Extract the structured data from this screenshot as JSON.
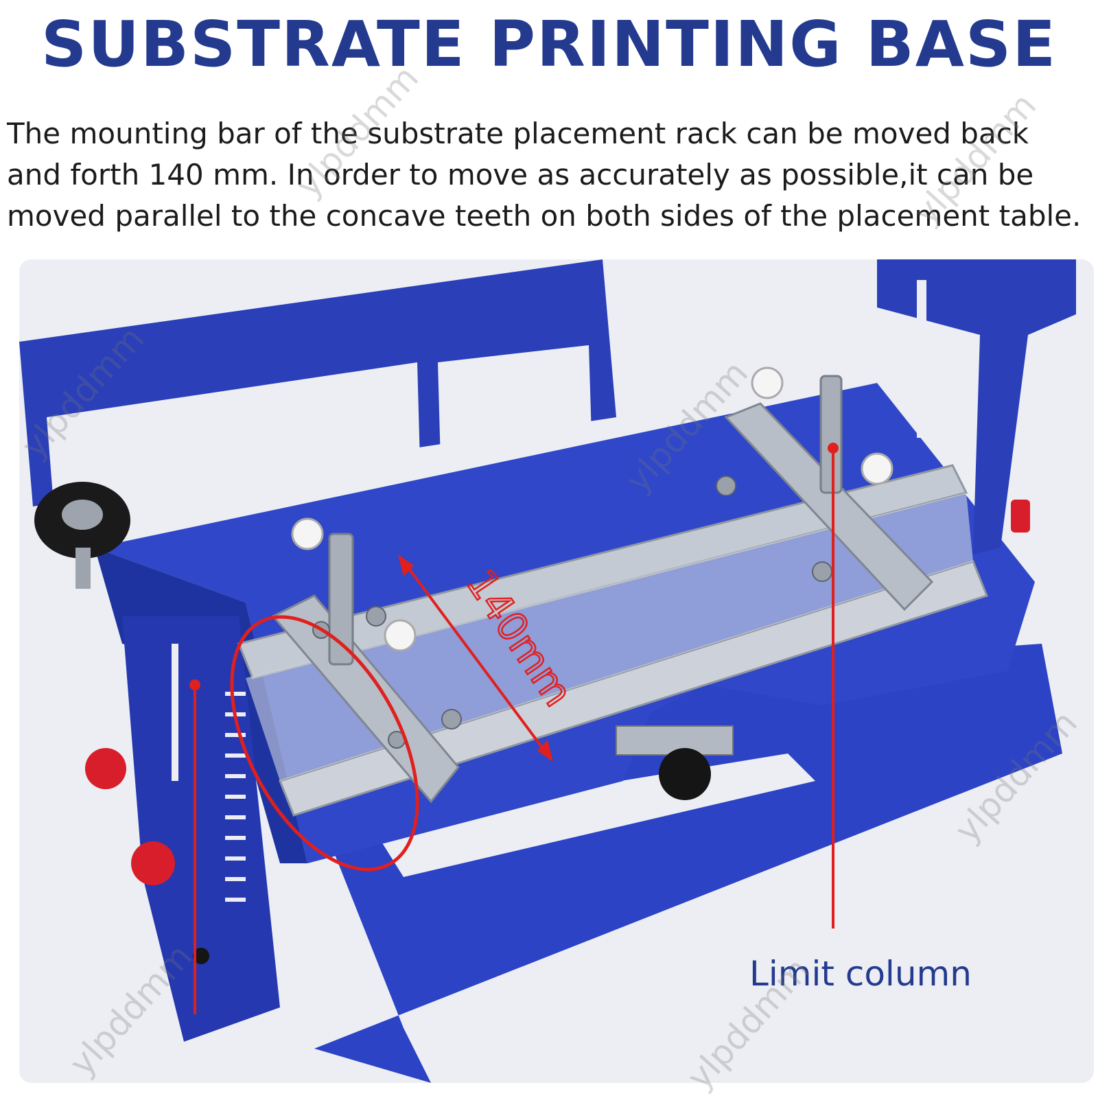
{
  "header": {
    "title": "SUBSTRATE PRINTING BASE"
  },
  "description": {
    "lines": [
      "The mounting bar of the substrate placement rack can be moved back",
      "and forth 140 mm. In order to move as accurately as possible,it can be",
      "moved parallel to the concave teeth on both sides of the placement table."
    ]
  },
  "annotations": {
    "measurement_label": "140mm",
    "limit_column_label": "Limit column"
  },
  "watermark": {
    "text": "ylpddmm"
  },
  "colors": {
    "title": "#233a8f",
    "frame_blue": "#2a3fb8",
    "callout_red": "#e0201f",
    "rail_silver": "#c4cad3",
    "knob_red": "#d81e2a"
  }
}
